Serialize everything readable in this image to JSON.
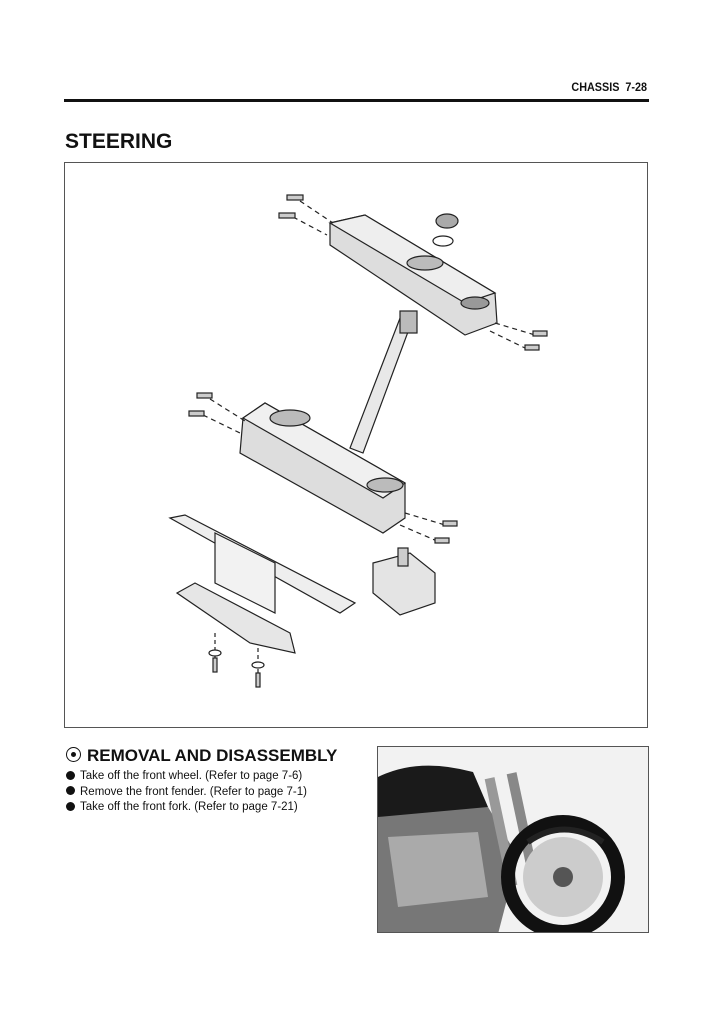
{
  "header": {
    "section": "CHASSIS",
    "page": "7-28"
  },
  "title": "STEERING",
  "removal": {
    "heading": "REMOVAL AND DISASSEMBLY",
    "steps": [
      "Take off the front wheel. (Refer to page 7-6)",
      "Remove the front fender. (Refer to page 7-1)",
      "Take off the front fork. (Refer to page 7-21)"
    ]
  }
}
